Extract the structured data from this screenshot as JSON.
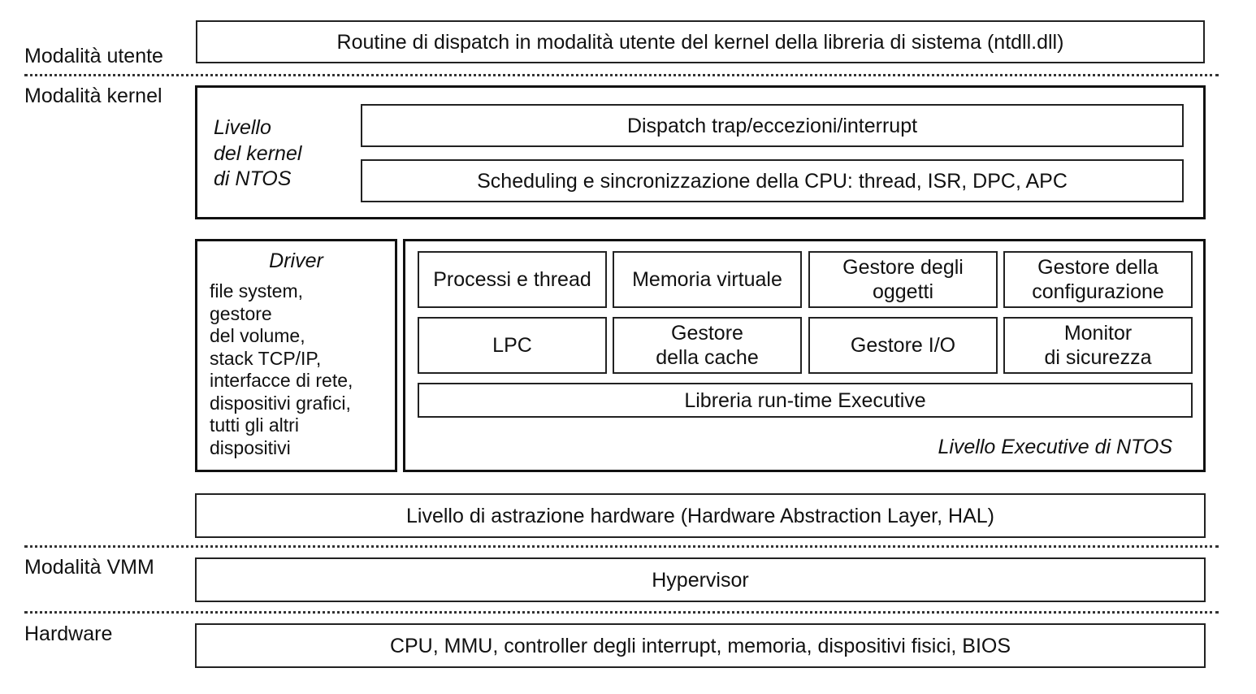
{
  "modes": {
    "user": "Modalità utente",
    "kernel": "Modalità kernel",
    "vmm": "Modalità VMM",
    "hardware": "Hardware"
  },
  "user_layer": {
    "label": "Routine di dispatch in modalità utente del kernel della libreria di sistema (ntdll.dll)"
  },
  "kernel_layer": {
    "title": "Livello\ndel kernel\ndi NTOS",
    "dispatch": "Dispatch trap/eccezioni/interrupt",
    "scheduling": "Scheduling e sincronizzazione della CPU: thread, ISR, DPC, APC"
  },
  "drivers": {
    "title": "Driver",
    "list": "file system,\ngestore\ndel volume,\nstack TCP/IP,\ninterfacce di rete,\ndispositivi grafici,\ntutti gli altri\ndispositivi"
  },
  "executive": {
    "components": [
      "Processi e thread",
      "Memoria virtuale",
      "Gestore degli\noggetti",
      "Gestore della\nconfigurazione",
      "LPC",
      "Gestore\ndella cache",
      "Gestore I/O",
      "Monitor\ndi sicurezza"
    ],
    "runtime": "Libreria run-time Executive",
    "title": "Livello Executive di NTOS"
  },
  "hal": "Livello di astrazione hardware (Hardware Abstraction Layer, HAL)",
  "hypervisor": "Hypervisor",
  "hardware": "CPU, MMU, controller degli interrupt, memoria, dispositivi fisici, BIOS"
}
